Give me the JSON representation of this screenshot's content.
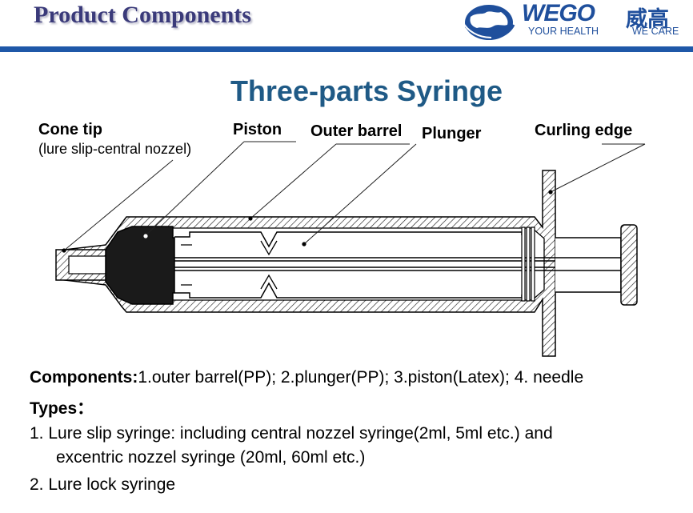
{
  "header": {
    "title": "Product Components",
    "brand": {
      "name": "WEGO",
      "name_cn": "威高",
      "tagline_left": "YOUR HEALTH",
      "tagline_right": "WE CARE"
    },
    "colors": {
      "title": "#3a3a7a",
      "brand": "#1f4f9c",
      "bar": "#1f58a8"
    }
  },
  "diagram": {
    "title": "Three-parts Syringe",
    "title_color": "#1f5a86",
    "labels": {
      "cone_tip": "Cone tip",
      "cone_tip_sub": "(lure slip-central nozzel)",
      "piston": "Piston",
      "outer_barrel": "Outer barrel",
      "plunger": "Plunger",
      "curling_edge": "Curling edge"
    }
  },
  "text": {
    "components_label": "Components:",
    "components_value": "1.outer barrel(PP); 2.plunger(PP); 3.piston(Latex); 4. needle",
    "types_label": "Types：",
    "type1_line1": "1. Lure slip syringe: including central nozzel syringe(2ml, 5ml etc.) and",
    "type1_line2": "excentric nozzel syringe (20ml, 60ml etc.)",
    "type2": "2. Lure lock syringe"
  }
}
